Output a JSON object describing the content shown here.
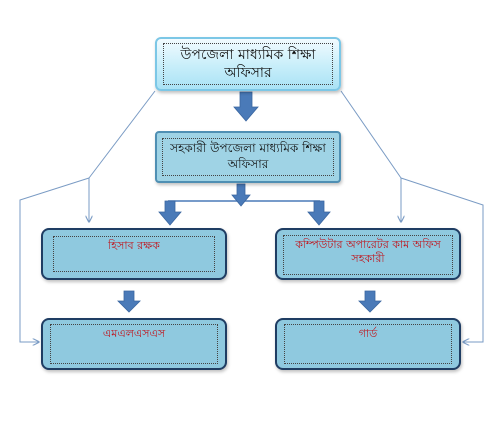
{
  "diagram": {
    "nodes": {
      "top": "উপজেলা মাধ্যমিক শিক্ষা অফিসার",
      "mid": "সহকারী উপজেলা মাধ্যমিক শিক্ষা অফিসার",
      "left1": "হিসাব রক্ষক",
      "right1": "কম্পিউটার অপারেটর কাম অফিস সহকারী",
      "left2": "এমএলএসএস",
      "right2": "গার্ড"
    },
    "colors": {
      "block_arrow": "#4a7ab8",
      "thin_line": "#7a9bc4",
      "box_fill": "#8fc9df",
      "box_border": "#1f3d63",
      "lower_text": "#c0141c"
    }
  }
}
